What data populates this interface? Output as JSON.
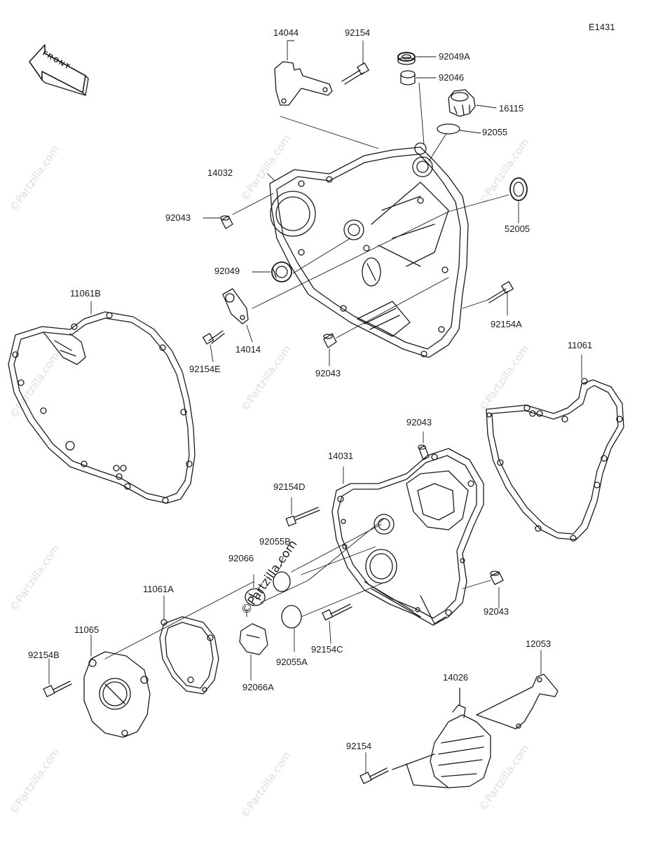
{
  "diagram_code": "E1431",
  "front_label": "FRONT",
  "watermark": "©Partzilla.com",
  "part_labels": {
    "p14044": "14044",
    "p92154_top": "92154",
    "p92049A": "92049A",
    "p92046": "92046",
    "p16115": "16115",
    "p92055": "92055",
    "p14032": "14032",
    "p92043_a": "92043",
    "p52005": "52005",
    "p92049": "92049",
    "p11061B": "11061B",
    "p92154A": "92154A",
    "p14014": "14014",
    "p92154E": "92154E",
    "p92043_b": "92043",
    "p11061": "11061",
    "p92043_c": "92043",
    "p14031": "14031",
    "p92154D": "92154D",
    "p92055B": "92055B",
    "p92066": "92066",
    "p11061A": "11061A",
    "p11065": "11065",
    "p92043_d": "92043",
    "p92154B": "92154B",
    "p92154C": "92154C",
    "p92055A": "92055A",
    "p92066A": "92066A",
    "p12053": "12053",
    "p14026": "14026",
    "p92154_bot": "92154"
  }
}
